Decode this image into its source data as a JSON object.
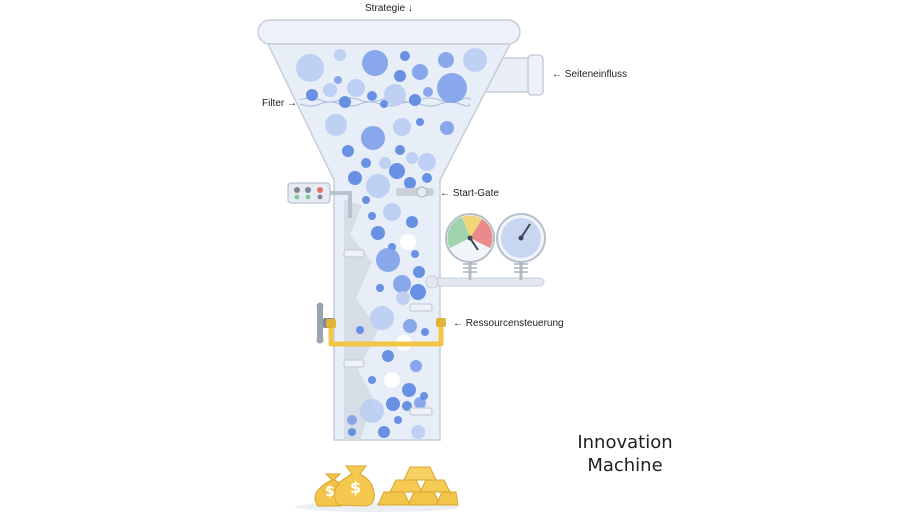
{
  "labels": {
    "strategy": "Strategie ↓",
    "side_input": "← Seiteneinfluss",
    "filter": "Filter →",
    "start_gate": "← Start-Gate",
    "resources": "← Ressourcensteuerung"
  },
  "title": {
    "line1": "Innovation",
    "line2": "Machine"
  },
  "icons": {
    "money_bag": "$"
  },
  "colors": {
    "glass": "#e6eef8",
    "glass_stroke": "#c2cfdf",
    "bubble_dark": "#5b86e0",
    "bubble_mid": "#7ea0ea",
    "bubble_light": "#b9ccf2",
    "pipe_yellow": "#f4c545",
    "gold": "#f3c44a",
    "gold_dark": "#d9a52b"
  }
}
